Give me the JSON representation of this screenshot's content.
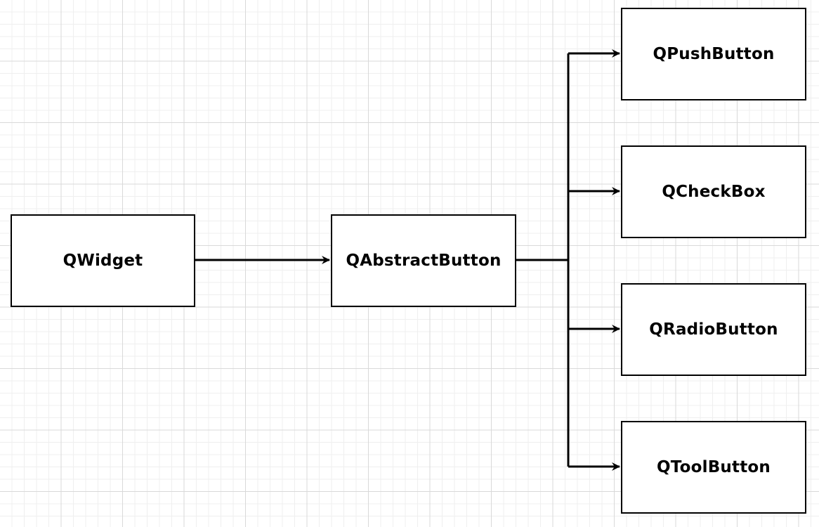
{
  "diagram": {
    "nodes": {
      "widget": "QWidget",
      "abstract_button": "QAbstractButton",
      "push_button": "QPushButton",
      "check_box": "QCheckBox",
      "radio_button": "QRadioButton",
      "tool_button": "QToolButton"
    },
    "edges": [
      {
        "from": "widget",
        "to": "abstract_button"
      },
      {
        "from": "abstract_button",
        "to": "push_button"
      },
      {
        "from": "abstract_button",
        "to": "check_box"
      },
      {
        "from": "abstract_button",
        "to": "radio_button"
      },
      {
        "from": "abstract_button",
        "to": "tool_button"
      }
    ],
    "colors": {
      "stroke": "#000000",
      "node_fill": "#ffffff",
      "grid": "#d9d9d9"
    }
  }
}
